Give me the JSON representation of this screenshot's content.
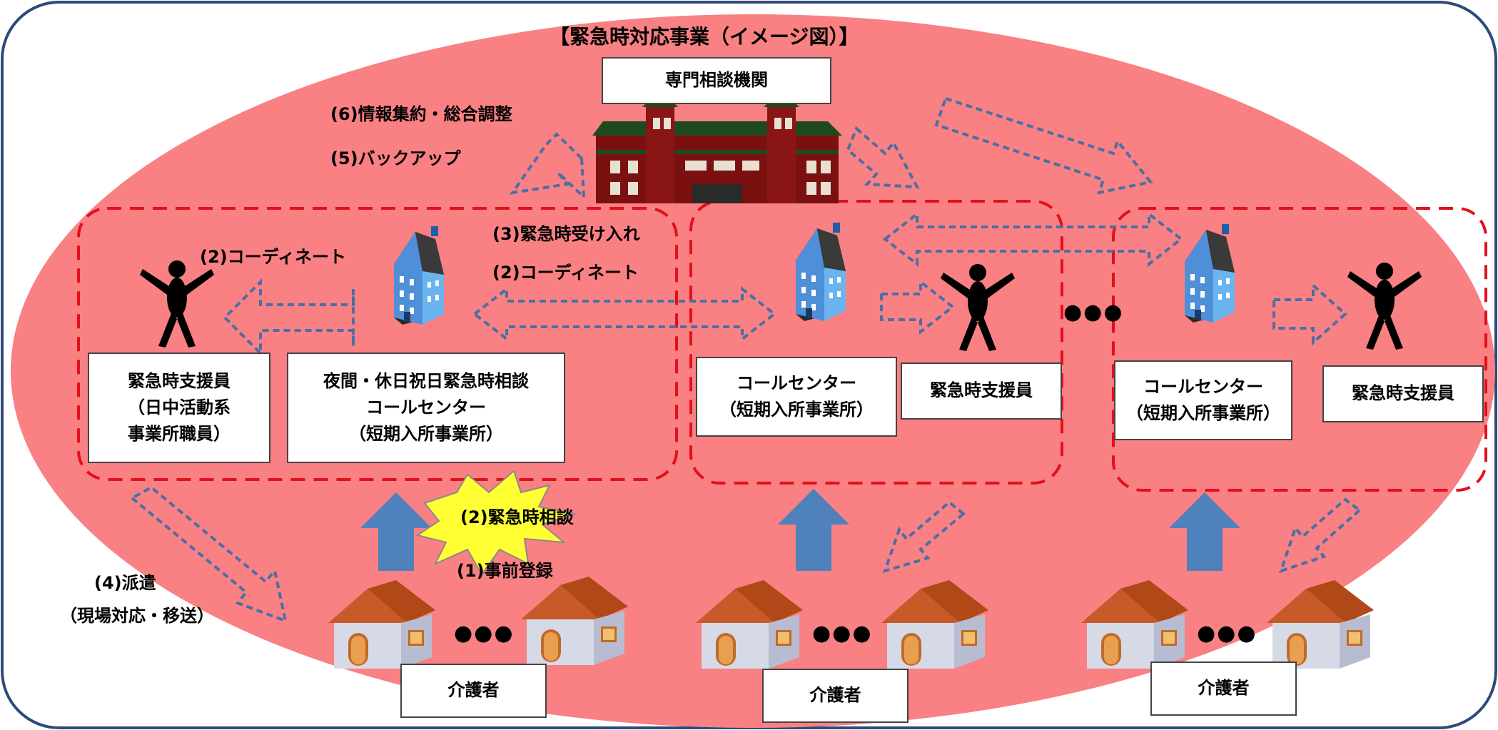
{
  "title": "【緊急時対応事業（イメージ図）】",
  "top_box": "専門相談機関",
  "labels": {
    "info_gather": "(6)情報集約・総合調整",
    "backup": "(5)バックアップ",
    "accept": "(3)緊急時受け入れ",
    "coord_center": "(2)コーディネート",
    "coord_left": "(2)コーディネート",
    "consult": "(2)緊急時相談",
    "register": "(1)事前登録",
    "dispatch_1": "(4)派遣",
    "dispatch_2": "（現場対応・移送）",
    "ellipsis": "●●●"
  },
  "boxes": {
    "supporter_day": [
      "緊急時支援員",
      "（日中活動系",
      "事業所職員）"
    ],
    "night_center": [
      "夜間・休日祝日緊急時相談",
      "コールセンター",
      "（短期入所事業所）"
    ],
    "call_center_1": [
      "コールセンター",
      "（短期入所事業所）"
    ],
    "supporter_1": [
      "緊急時支援員"
    ],
    "call_center_2": [
      "コールセンター",
      "（短期入所事業所）"
    ],
    "supporter_2": [
      "緊急時支援員"
    ]
  },
  "caregivers": [
    "介護者",
    "介護者",
    "介護者"
  ],
  "colors": {
    "ellipse": "#f98083",
    "frame": "#2e4a7a",
    "dashed_region": "#e3101a",
    "arrow_outline": "#4a6fa5",
    "up_arrow": "#4f81bd",
    "burst": "#ffff33",
    "building": "#5ba6e8",
    "facility": "#7a1010"
  }
}
